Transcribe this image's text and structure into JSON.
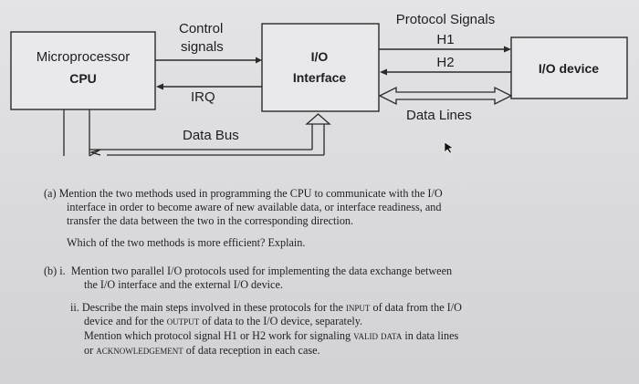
{
  "diagram": {
    "cpu_label_line1": "Microprocessor",
    "cpu_label_line2": "CPU",
    "control_signals_line1": "Control",
    "control_signals_line2": "signals",
    "io_interface_line1": "I/O",
    "io_interface_line2": "Interface",
    "protocol_signals": "Protocol Signals",
    "h1": "H1",
    "h2": "H2",
    "io_device": "I/O device",
    "irq": "IRQ",
    "data_lines": "Data Lines",
    "data_bus": "Data Bus"
  },
  "questions": {
    "a_line1": "(a) Mention the two methods used in programming the CPU to communicate with the I/O",
    "a_line2": "interface in order to become aware of new available data, or interface readiness, and",
    "a_line3": "transfer the data between the two in the corresponding direction.",
    "a_line4": "Which of the two methods is more efficient? Explain.",
    "b1_line1": "(b) i.  Mention two parallel I/O protocols used for implementing the data exchange between",
    "b1_line2": "the I/O interface and the external I/O device.",
    "b2_line1a": "ii. Describe the main steps involved in these protocols for the ",
    "b2_line1b": "input",
    "b2_line1c": " of data from the I/O",
    "b2_line2a": "device and for the ",
    "b2_line2b": "output",
    "b2_line2c": " of data to the I/O device, separately.",
    "b2_line3a": "Mention which protocol signal H1 or H2 work for signaling ",
    "b2_line3b": "valid data",
    "b2_line3c": " in data lines",
    "b2_line4a": "or ",
    "b2_line4b": "acknowledgement",
    "b2_line4c": " of data reception in each case."
  }
}
